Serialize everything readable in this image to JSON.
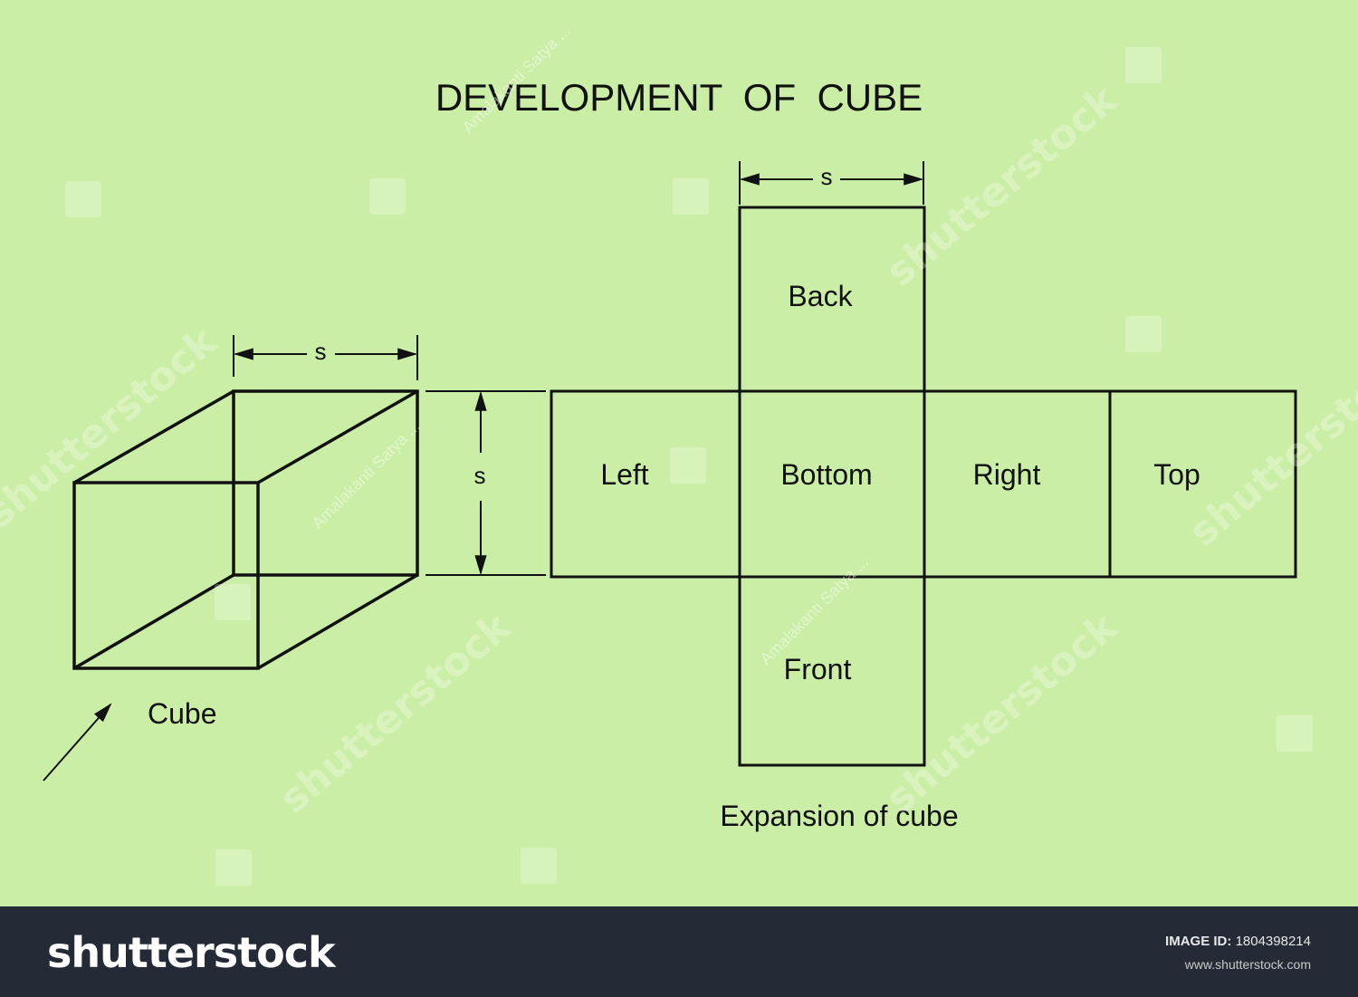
{
  "title": "DEVELOPMENT  OF  CUBE",
  "cube": {
    "caption": "Cube",
    "width_dimension_label": "s",
    "height_dimension_label": "s"
  },
  "net": {
    "width_dimension_label": "s",
    "faces": {
      "back": "Back",
      "left": "Left",
      "bottom": "Bottom",
      "right": "Right",
      "top": "Top",
      "front": "Front"
    },
    "caption": "Expansion of cube"
  },
  "watermarks": {
    "brand": "shutterstock",
    "author": "Amalakanti Satya ..."
  },
  "footer": {
    "logo": "shutterstock",
    "image_id_label": "IMAGE ID:",
    "image_id": "1804398214",
    "site": "www.shutterstock.com"
  },
  "colors": {
    "background": "#cbeea6",
    "line": "#111111",
    "footer_background": "#252b36"
  }
}
